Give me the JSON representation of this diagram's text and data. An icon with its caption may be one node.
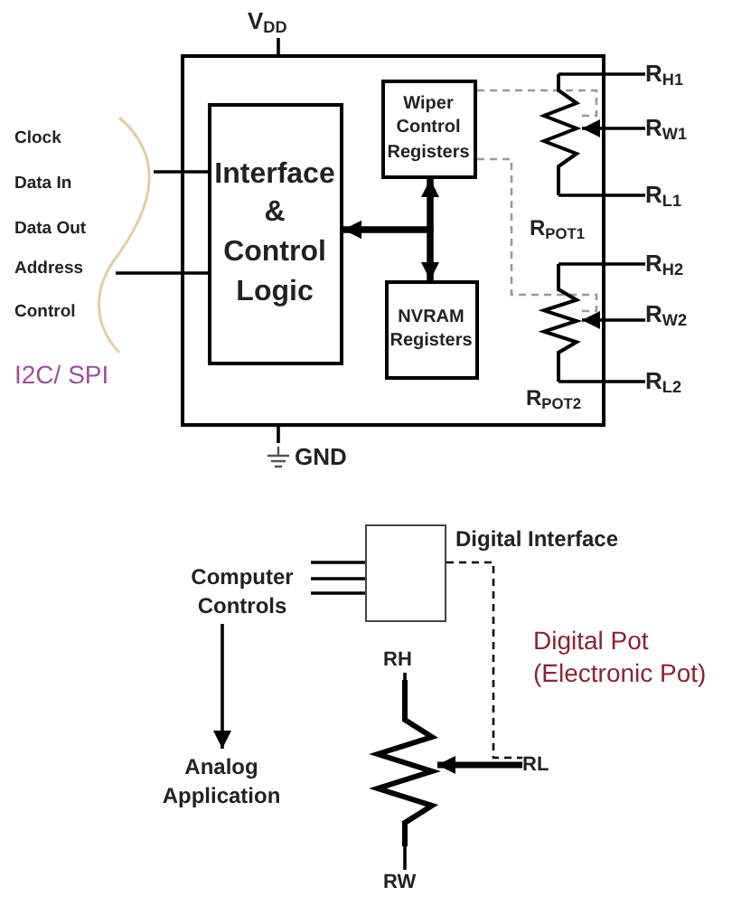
{
  "diagram": {
    "nodes": [
      {
        "text": [],
        "shape": "box"
      },
      {
        "text": [
          "Interface & Control Logic"
        ],
        "in": 0
      },
      {
        "text": [
          "Wiper Control Registers"
        ],
        "in": 0
      },
      {
        "text": [
          "NVRAM Registers"
        ],
        "in": 0
      },
      {
        "text": [],
        "shape": "resistor",
        "beside": [
          "R$_{POT1}$"
        ],
        "in": 0
      },
      {
        "text": [],
        "shape": "resistor",
        "beside": [
          "R$_{POT2}$"
        ],
        "in": 0
      },
      {
        "text": [
          "V$_{DD}$"
        ]
      },
      {
        "text": [
          "GND"
        ]
      },
      {
        "text": [
          "R$_{H1}$"
        ]
      },
      {
        "text": [
          "R$_{W1}$"
        ]
      },
      {
        "text": [
          "R$_{L1}$"
        ]
      },
      {
        "text": [
          "R$_{H2}$"
        ]
      },
      {
        "text": [
          "R$_{W2}$"
        ]
      },
      {
        "text": [
          "R$_{L2}$"
        ]
      },
      {
        "text": [],
        "shape": "box",
        "beside": [
          "Digital Interface"
        ]
      },
      {
        "text": [
          "Computer Controls"
        ]
      },
      {
        "text": [
          "Analog Application"
        ]
      },
      {
        "text": [
          "RH"
        ]
      },
      {
        "text": [],
        "shape": "resistor"
      },
      {
        "text": [
          "RL"
        ]
      },
      {
        "text": [
          "RW"
        ]
      }
    ],
    "edges": [
      {
        "from": 6,
        "to": 0,
        "arrow": "none"
      },
      {
        "from": 0,
        "to": 7,
        "arrow": "none"
      },
      {
        "from": null,
        "to": 1,
        "arrow": "none"
      },
      {
        "from": null,
        "to": 1,
        "arrow": "none"
      },
      {
        "from": 2,
        "to": 3,
        "arrow": "both",
        "style": "thick"
      },
      {
        "from": 2,
        "to": 1,
        "arrow": "to",
        "style": "thick"
      },
      {
        "from": 3,
        "to": 1,
        "arrow": "to",
        "style": "thick"
      },
      {
        "from": 2,
        "to": 4,
        "arrow": "none",
        "style": "dashed",
        "color": "#999999"
      },
      {
        "from": 2,
        "to": 5,
        "arrow": "none",
        "style": "dashed",
        "color": "#999999"
      },
      {
        "from": 8,
        "to": 4,
        "arrow": "none"
      },
      {
        "from": 9,
        "to": 4,
        "arrow": "to"
      },
      {
        "from": 4,
        "to": 10,
        "arrow": "none"
      },
      {
        "from": 11,
        "to": 5,
        "arrow": "none"
      },
      {
        "from": 12,
        "to": 5,
        "arrow": "to"
      },
      {
        "from": 5,
        "to": 13,
        "arrow": "none"
      },
      {
        "from": 15,
        "to": 14,
        "arrow": "none"
      },
      {
        "from": 15,
        "to": 14,
        "arrow": "none"
      },
      {
        "from": 15,
        "to": 14,
        "arrow": "none"
      },
      {
        "from": 15,
        "to": 16,
        "arrow": "to"
      },
      {
        "from": 17,
        "to": 18,
        "arrow": "none"
      },
      {
        "from": 19,
        "to": 18,
        "arrow": "to",
        "style": "thick"
      },
      {
        "from": 18,
        "to": 20,
        "arrow": "none"
      },
      {
        "from": 14,
        "to": 19,
        "arrow": "none",
        "style": "dashed"
      }
    ],
    "labels": [
      "Clock",
      "Data In",
      "Data Out",
      "Address",
      "Control",
      "I2C/ SPI",
      "Digital Pot (Electronic Pot)"
    ]
  }
}
